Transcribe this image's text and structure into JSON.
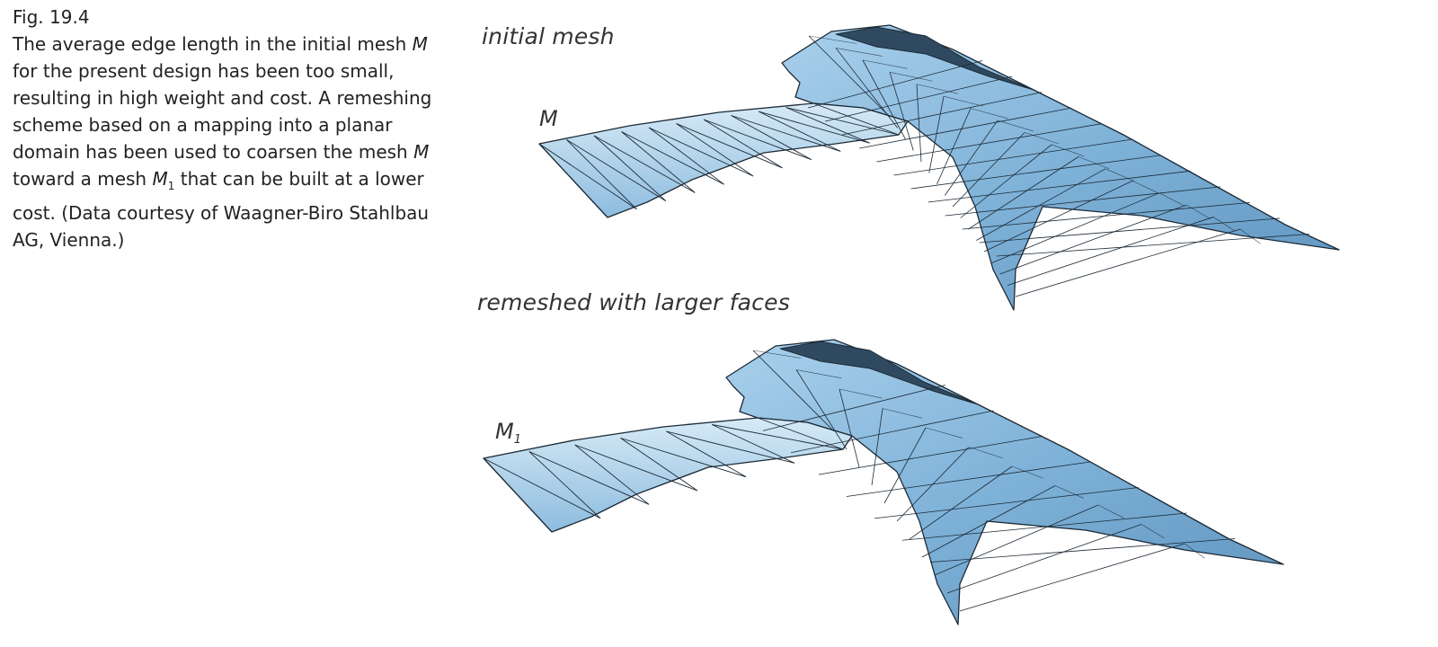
{
  "figure": {
    "number": "Fig. 19.4",
    "caption": {
      "part1": "The average edge length in the initial mesh ",
      "var_m": "M",
      "part2": " for the present design has been too small, resulting in high weight and cost. A remeshing scheme based on a mapping into a planar domain has been used to coarsen the mesh ",
      "part3": " toward a mesh ",
      "var_m1": "M",
      "var_m1_sub": "1",
      "part4": " that can be built at a lower cost. (Data courtesy of Waagner-Biro Stahlbau AG, Vienna.)"
    }
  },
  "panels": {
    "top": {
      "title": "initial mesh",
      "mesh_label": "M",
      "mesh_label_sub": ""
    },
    "bottom": {
      "title": "remeshed with larger faces",
      "mesh_label": "M",
      "mesh_label_sub": "1"
    }
  },
  "colors": {
    "mesh_fill": "#8cbde0",
    "mesh_edge": "#1c2a36",
    "mesh_shadow": "#3f6f96"
  }
}
